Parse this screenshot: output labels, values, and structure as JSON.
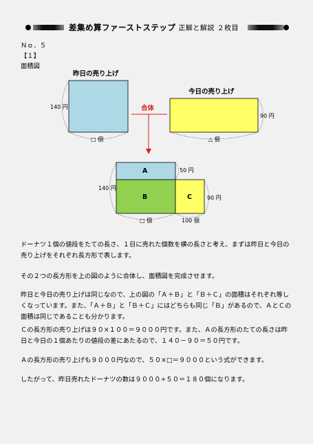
{
  "header": {
    "title": "差集め算ファーストステップ",
    "subtitle": "正解と解説 ２枚目"
  },
  "problem_number": "Ｎｏ．５",
  "section": "【１】",
  "section_title": "面積図",
  "diagram": {
    "yesterday_title": "昨日の売り上げ",
    "today_title": "今日の売り上げ",
    "combine_label": "合体",
    "label_140": "140 円",
    "label_90": "90 円",
    "label_50": "50 円",
    "label_100": "100 個",
    "label_square": "□ 個",
    "label_triangle": "△ 個",
    "label_A": "A",
    "label_B": "B",
    "label_C": "C",
    "colors": {
      "blue": "#add8e6",
      "yellow": "#ffff66",
      "green": "#92d050",
      "arrow": "#e02020"
    }
  },
  "paragraphs": [
    [
      "ドーナツ１個の値段をたての長さ、１日に売れた個数を横の長さと考え、まずは昨日と今日の",
      "売り上げをそれぞれ長方形で表します。"
    ],
    [
      "その２つの長方形を上の図のように合体し、面積図を完成させます。"
    ],
    [
      "昨日と今日の売り上げは同じなので、上の図の「Ａ＋Ｂ」と「Ｂ＋Ｃ」の面積はそれぞれ等し",
      "くなっています。また、「Ａ＋Ｂ」と「Ｂ＋Ｃ」にはどちらも同じ「Ｂ」があるので、ＡとＣの",
      "面積は同じであることも分かります。"
    ],
    [
      "Ｃの長方形の売り上げは９０×１００＝９０００円です。また、Ａの長方形のたての長さは昨",
      "日と今日の１個あたりの値段の差にあたるので、１４０－９０＝５０円です。"
    ],
    [
      "Ａの長方形の売り上げも９０００円なので、５０×□＝９０００という式ができます。"
    ],
    [
      "したがって、昨日売れたドーナツの数は９０００÷５０＝１８０個になります。"
    ]
  ]
}
